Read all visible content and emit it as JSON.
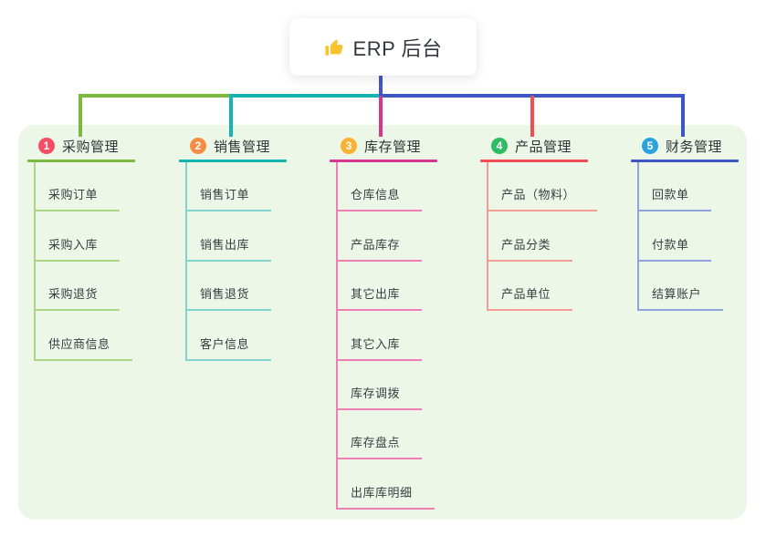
{
  "root": {
    "label": "ERP 后台",
    "icon": "thumbs-up-icon"
  },
  "branches": [
    {
      "number": "1",
      "label": "采购管理",
      "color": "#7cb93f",
      "light_color": "#acd687",
      "badge_color": "#f44e67",
      "children": [
        "采购订单",
        "采购入库",
        "采购退货",
        "供应商信息"
      ]
    },
    {
      "number": "2",
      "label": "销售管理",
      "color": "#14b5b1",
      "light_color": "#83d4cf",
      "badge_color": "#f98c44",
      "children": [
        "销售订单",
        "销售出库",
        "销售退货",
        "客户信息"
      ]
    },
    {
      "number": "3",
      "label": "库存管理",
      "color": "#d5378f",
      "light_color": "#ef7fb5",
      "badge_color": "#f8b133",
      "children": [
        "仓库信息",
        "产品库存",
        "其它出库",
        "其它入库",
        "库存调拨",
        "库存盘点",
        "出库库明细"
      ]
    },
    {
      "number": "4",
      "label": "产品管理",
      "color": "#f04e52",
      "light_color": "#f59c97",
      "badge_color": "#2ebd63",
      "children": [
        "产品（物料）",
        "产品分类",
        "产品单位"
      ]
    },
    {
      "number": "5",
      "label": "财务管理",
      "color": "#3c56c3",
      "light_color": "#8fa2db",
      "badge_color": "#2ba4de",
      "children": [
        "回款单",
        "付款单",
        "结算账户"
      ]
    }
  ],
  "colors": {
    "root_connector": "#4356c5",
    "panel_bg": "#ecf7e7",
    "thumb_icon": "#f8c32c"
  }
}
